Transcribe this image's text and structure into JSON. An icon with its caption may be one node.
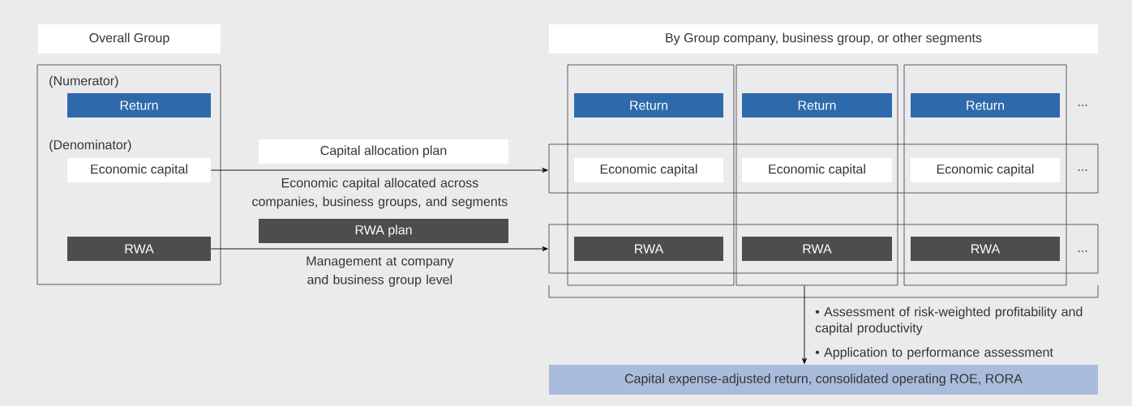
{
  "diagram": {
    "nodes": [
      {
        "text": [
          "Overall Group"
        ]
      },
      {
        "text": [],
        "shape": "box"
      },
      {
        "text": [
          "Return"
        ],
        "in": 1
      },
      {
        "text": [
          "Economic capital"
        ],
        "in": 1
      },
      {
        "text": [
          "RWA"
        ],
        "in": 1
      },
      {
        "text": [
          "Capital allocation plan"
        ]
      },
      {
        "text": [
          "RWA plan"
        ]
      },
      {
        "text": [
          "By Group company, business group, or other segments"
        ]
      },
      {
        "text": [],
        "shape": "box"
      },
      {
        "text": [],
        "shape": "box"
      },
      {
        "text": [],
        "shape": "box"
      },
      {
        "text": [],
        "shape": "box"
      },
      {
        "text": [],
        "shape": "box"
      },
      {
        "text": [
          "Return"
        ],
        "in": 8
      },
      {
        "text": [
          "Return"
        ],
        "in": 9
      },
      {
        "text": [
          "Return"
        ],
        "in": 10
      },
      {
        "text": [
          "Economic capital"
        ]
      },
      {
        "text": [
          "Economic capital"
        ]
      },
      {
        "text": [
          "Economic capital"
        ]
      },
      {
        "text": [
          "RWA"
        ]
      },
      {
        "text": [
          "RWA"
        ]
      },
      {
        "text": [
          "RWA"
        ]
      },
      {
        "text": [
          "Capital expense-adjusted return, consolidated operating ROE, RORA"
        ]
      }
    ],
    "edges": [
      {
        "from": 3,
        "to": 11,
        "arrow": "to",
        "label": "Economic capital allocated across companies, business groups, and segments"
      },
      {
        "from": 4,
        "to": 12,
        "arrow": "to",
        "label": "Management at company and business group level"
      },
      {
        "from": 9,
        "to": 22,
        "arrow": "to"
      }
    ],
    "labels": [
      "(Numerator)",
      "(Denominator)",
      "...",
      "...",
      "...",
      "• Assessment of risk-weighted profitability and capital productivity",
      "• Application to performance assessment"
    ]
  }
}
